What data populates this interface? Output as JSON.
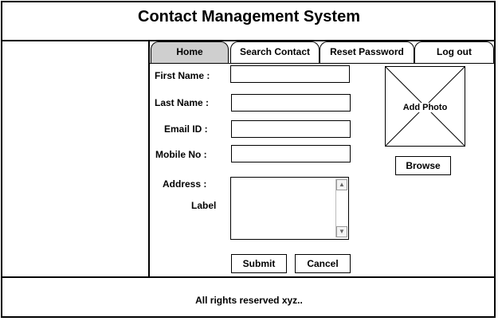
{
  "app": {
    "title": "Contact Management System"
  },
  "tabs": [
    {
      "label": "Home",
      "active": true
    },
    {
      "label": "Search Contact",
      "active": false
    },
    {
      "label": "Reset Password",
      "active": false
    },
    {
      "label": "Log out",
      "active": false
    }
  ],
  "form": {
    "first_name_label": "First Name :",
    "last_name_label": "Last Name :",
    "email_label": "Email ID :",
    "mobile_label": "Mobile No :",
    "address_label": "Address :",
    "address_sublabel": "Label",
    "first_name_value": "",
    "last_name_value": "",
    "email_value": "",
    "mobile_value": "",
    "address_value": ""
  },
  "photo": {
    "label": "Add Photo",
    "browse_label": "Browse"
  },
  "actions": {
    "submit_label": "Submit",
    "cancel_label": "Cancel"
  },
  "footer": {
    "text": "All rights reserved xyz.."
  },
  "colors": {
    "active_tab": "#cfcfcf",
    "border": "#000000",
    "background": "#ffffff"
  }
}
